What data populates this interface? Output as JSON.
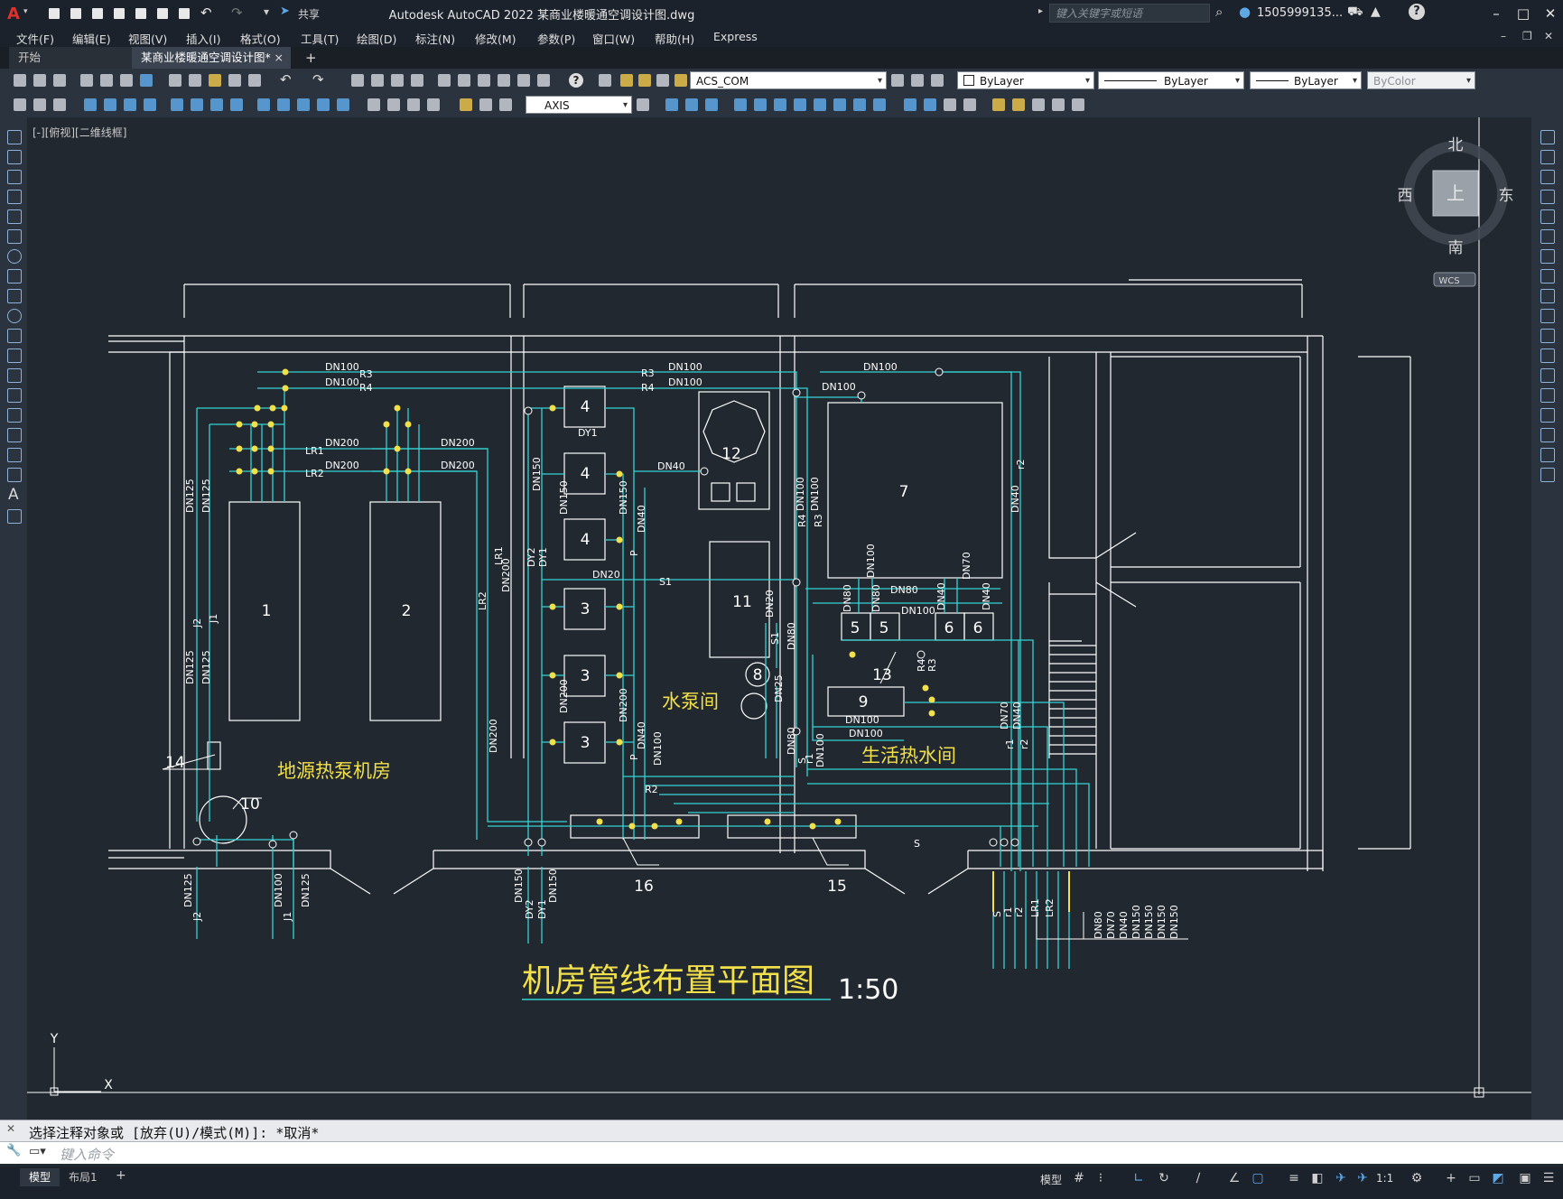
{
  "window": {
    "app_logo": "A",
    "title": "Autodesk AutoCAD 2022    某商业楼暖通空调设计图.dwg",
    "share": "共享",
    "search_placeholder": "键入关键字或短语",
    "user": "1505999135...",
    "help": "?"
  },
  "menu": [
    "文件(F)",
    "编辑(E)",
    "视图(V)",
    "插入(I)",
    "格式(O)",
    "工具(T)",
    "绘图(D)",
    "标注(N)",
    "修改(M)",
    "参数(P)",
    "窗口(W)",
    "帮助(H)",
    "Express"
  ],
  "tabs": {
    "start": "开始",
    "doc": "某商业楼暖通空调设计图*",
    "close": "×",
    "add": "+"
  },
  "toolbar": {
    "layer": "ACS_COM",
    "color": "ByLayer",
    "linetype": "ByLayer",
    "lineweight": "ByLayer",
    "plotstyle": "ByColor",
    "dimstyle": "AXIS"
  },
  "viewport_label": "[-][俯视][二维线框]",
  "viewcube": {
    "north": "北",
    "south": "南",
    "east": "东",
    "west": "西",
    "top": "上",
    "wcs": "WCS"
  },
  "drawing": {
    "title": "机房管线布置平面图",
    "scale": "1:50",
    "rooms": {
      "heatpump": "地源热泵机房",
      "pump": "水泵间",
      "hotwater": "生活热水间"
    },
    "equipment": {
      "e1": "1",
      "e2": "2",
      "e3": "3",
      "e4": "4",
      "e5": "5",
      "e6": "6",
      "e7": "7",
      "e8": "8",
      "e9": "9",
      "e10": "10",
      "e11": "11",
      "e12": "12",
      "e13": "13",
      "e14": "14",
      "e15": "15",
      "e16": "16"
    },
    "pipes": {
      "dn100": "DN100",
      "dn200": "DN200",
      "dn125": "DN125",
      "dn150": "DN150",
      "dn40": "DN40",
      "dn20": "DN20",
      "dn80": "DN80",
      "dn70": "DN70",
      "dn25": "DN25",
      "r3": "R3",
      "r4": "R4",
      "lr1": "LR1",
      "lr2": "LR2",
      "j1": "J1",
      "j2": "J2",
      "dy1": "DY1",
      "dy2": "DY2",
      "s": "S",
      "s1": "S1",
      "p": "P",
      "r1": "r1",
      "r2": "r2",
      "R2": "R2"
    },
    "legend_labels": [
      "S",
      "r1",
      "r2",
      "LR1",
      "LR2"
    ],
    "legend_sizes": [
      "DN80",
      "DN70",
      "DN40",
      "DN150",
      "DN150",
      "DN150",
      "DN150"
    ],
    "ucs": {
      "x": "X",
      "y": "Y"
    }
  },
  "command": {
    "history": "选择注释对象或 [放弃(U)/模式(M)]: *取消*",
    "placeholder": "键入命令"
  },
  "status": {
    "model_tab": "模型",
    "layout_tab": "布局1",
    "add": "+",
    "model_btn": "模型",
    "scale": "1:1"
  },
  "colors": {
    "background": "#212830",
    "pipe": "#35d3d3",
    "wall": "#ffffff",
    "text_yellow": "#f2e04a"
  }
}
